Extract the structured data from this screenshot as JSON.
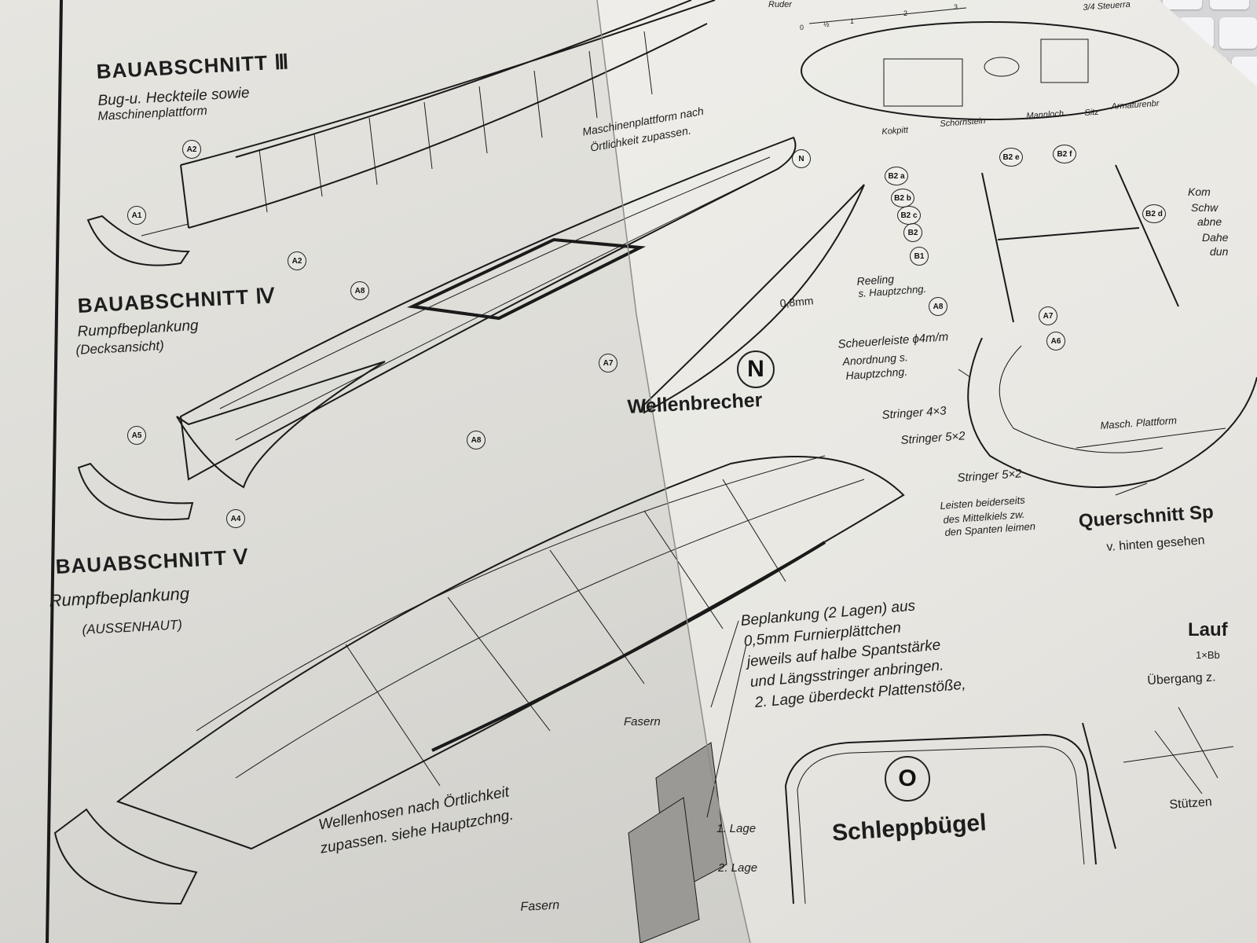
{
  "left": {
    "section3": {
      "title": "BAUABSCHNITT Ⅲ",
      "subtitle_1": "Bug-u. Heckteile sowie",
      "subtitle_2": "Maschinenplattform",
      "note": [
        "Maschinenplattform nach",
        "Örtlichkeit zupassen."
      ],
      "markers": [
        "A2",
        "A1",
        "A2"
      ]
    },
    "section4": {
      "title": "BAUABSCHNITT Ⅳ",
      "subtitle_1": "Rumpfbeplankung",
      "subtitle_2": "(Decksansicht)",
      "markers": [
        "A8",
        "A7",
        "A5",
        "A8",
        "A4",
        "N"
      ]
    },
    "section5": {
      "title": "BAUABSCHNITT Ⅴ",
      "subtitle_1": "Rumpfbeplankung",
      "subtitle_2": "(AUSSENHAUT)"
    },
    "wellenhosen": [
      "Wellenhosen nach Örtlichkeit",
      "zupassen. siehe Hauptzchng."
    ],
    "wellenbrecher": {
      "symbol": "N",
      "label": "Wellenbrecher",
      "thickness": "0,8mm"
    }
  },
  "right": {
    "top": {
      "ruder": "Ruder",
      "steuer": "3/4 Steuerra",
      "scale": [
        "0",
        "½",
        "1",
        "2",
        "3"
      ],
      "deck_labels": [
        "Kokpitt",
        "Schornstein",
        "Mannloch",
        "Sitz",
        "Armaturenbr"
      ]
    },
    "cross": {
      "markers": [
        "B2 a",
        "B2 b",
        "B2 c",
        "B2",
        "B1",
        "B2 e",
        "B2 f",
        "B2 d",
        "A8",
        "A7",
        "A6"
      ],
      "reeling": [
        "Reeling",
        "s. Hauptzchng."
      ],
      "scheuer": [
        "Scheuerleiste ϕ4m/m",
        "Anordnung s.",
        "Hauptzchng."
      ],
      "stringer": [
        "Stringer 4×3",
        "Stringer 5×2",
        "Stringer 5×2"
      ],
      "platform": "Masch. Plattform",
      "leisten": [
        "Leisten beiderseits",
        "des Mittelkiels zw.",
        "den Spanten leimen"
      ],
      "title": "Querschnitt Sp",
      "subtitle": "v. hinten gesehen",
      "side_text": [
        "Kom",
        "Schw",
        "abne",
        "Dahe",
        "dun"
      ]
    },
    "beplankung": [
      "Beplankung (2 Lagen) aus",
      "0,5mm Furnierplättchen",
      "jeweils auf halbe Spantstärke",
      "und Längsstringer anbringen.",
      "2. Lage überdeckt Plattenstöße,"
    ],
    "fasern_top": "Fasern",
    "fasern_bottom": "Fasern",
    "lage1": "1. Lage",
    "lage2": "2. Lage",
    "schlepp": {
      "symbol": "O",
      "label": "Schleppbügel"
    },
    "lauf": {
      "title": "Lauf",
      "sub": "1×Bb",
      "uebergang": "Übergang z.",
      "stuetzen": "Stützen"
    }
  },
  "colors": {
    "ink": "#1a1a1a",
    "paper_left": "#dcdbd6",
    "paper_right": "#eceae5",
    "desk": "#b9b8b4"
  }
}
